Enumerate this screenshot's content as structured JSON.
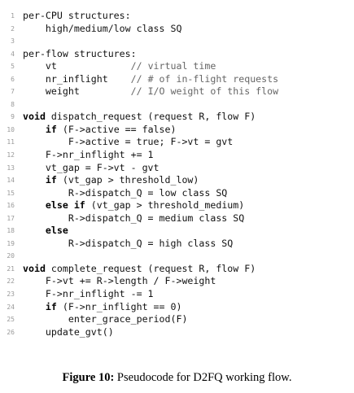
{
  "code_lines": [
    {
      "n": "1",
      "parts": [
        {
          "t": "per-CPU structures:"
        }
      ]
    },
    {
      "n": "2",
      "parts": [
        {
          "t": "    high/medium/low class SQ"
        }
      ]
    },
    {
      "n": "3",
      "parts": [
        {
          "t": ""
        }
      ]
    },
    {
      "n": "4",
      "parts": [
        {
          "t": "per-flow structures:"
        }
      ]
    },
    {
      "n": "5",
      "parts": [
        {
          "t": "    vt             "
        },
        {
          "t": "// virtual time",
          "c": "cm"
        }
      ]
    },
    {
      "n": "6",
      "parts": [
        {
          "t": "    nr_inflight    "
        },
        {
          "t": "// # of in-flight requests",
          "c": "cm"
        }
      ]
    },
    {
      "n": "7",
      "parts": [
        {
          "t": "    weight         "
        },
        {
          "t": "// I/O weight of this flow",
          "c": "cm"
        }
      ]
    },
    {
      "n": "8",
      "parts": [
        {
          "t": ""
        }
      ]
    },
    {
      "n": "9",
      "parts": [
        {
          "t": "void",
          "c": "kw"
        },
        {
          "t": " dispatch_request (request R, flow F)"
        }
      ]
    },
    {
      "n": "10",
      "parts": [
        {
          "t": "    "
        },
        {
          "t": "if",
          "c": "kw"
        },
        {
          "t": " (F->active == false)"
        }
      ]
    },
    {
      "n": "11",
      "parts": [
        {
          "t": "        F->active = true; F->vt = gvt"
        }
      ]
    },
    {
      "n": "12",
      "parts": [
        {
          "t": "    F->nr_inflight += 1"
        }
      ]
    },
    {
      "n": "13",
      "parts": [
        {
          "t": "    vt_gap = F->vt - gvt"
        }
      ]
    },
    {
      "n": "14",
      "parts": [
        {
          "t": "    "
        },
        {
          "t": "if",
          "c": "kw"
        },
        {
          "t": " (vt_gap > threshold_low)"
        }
      ]
    },
    {
      "n": "15",
      "parts": [
        {
          "t": "        R->dispatch_Q = low class SQ"
        }
      ]
    },
    {
      "n": "16",
      "parts": [
        {
          "t": "    "
        },
        {
          "t": "else if",
          "c": "kw"
        },
        {
          "t": " (vt_gap > threshold_medium)"
        }
      ]
    },
    {
      "n": "17",
      "parts": [
        {
          "t": "        R->dispatch_Q = medium class SQ"
        }
      ]
    },
    {
      "n": "18",
      "parts": [
        {
          "t": "    "
        },
        {
          "t": "else",
          "c": "kw"
        }
      ]
    },
    {
      "n": "19",
      "parts": [
        {
          "t": "        R->dispatch_Q = high class SQ"
        }
      ]
    },
    {
      "n": "20",
      "parts": [
        {
          "t": ""
        }
      ]
    },
    {
      "n": "21",
      "parts": [
        {
          "t": "void",
          "c": "kw"
        },
        {
          "t": " complete_request (request R, flow F)"
        }
      ]
    },
    {
      "n": "22",
      "parts": [
        {
          "t": "    F->vt += R->length / F->weight"
        }
      ]
    },
    {
      "n": "23",
      "parts": [
        {
          "t": "    F->nr_inflight -= 1"
        }
      ]
    },
    {
      "n": "24",
      "parts": [
        {
          "t": "    "
        },
        {
          "t": "if",
          "c": "kw"
        },
        {
          "t": " (F->nr_inflight == 0)"
        }
      ]
    },
    {
      "n": "25",
      "parts": [
        {
          "t": "        enter_grace_period(F)"
        }
      ]
    },
    {
      "n": "26",
      "parts": [
        {
          "t": "    update_gvt()"
        }
      ]
    }
  ],
  "caption": {
    "label": "Figure 10:",
    "text": " Pseudocode for D2FQ working flow."
  }
}
